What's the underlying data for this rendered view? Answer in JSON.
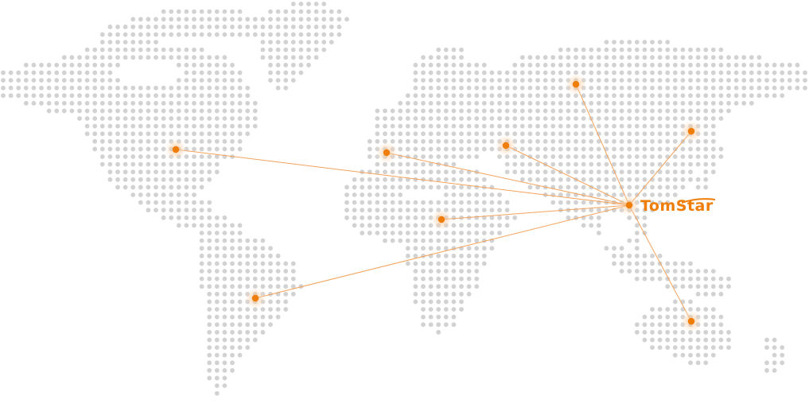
{
  "colors": {
    "land_dot": "#d2d2d2",
    "accent": "#ef7d0a",
    "glow": "#f7c79a",
    "line": "#f3a35c",
    "background": "#ffffff"
  },
  "brand": {
    "name": "TomStar"
  },
  "map": {
    "hub_name": "hub",
    "locations": [
      {
        "name": "north-america"
      },
      {
        "name": "south-america"
      },
      {
        "name": "western-europe"
      },
      {
        "name": "eastern-europe"
      },
      {
        "name": "africa"
      },
      {
        "name": "russia"
      },
      {
        "name": "north-east-asia"
      },
      {
        "name": "australia"
      }
    ]
  }
}
